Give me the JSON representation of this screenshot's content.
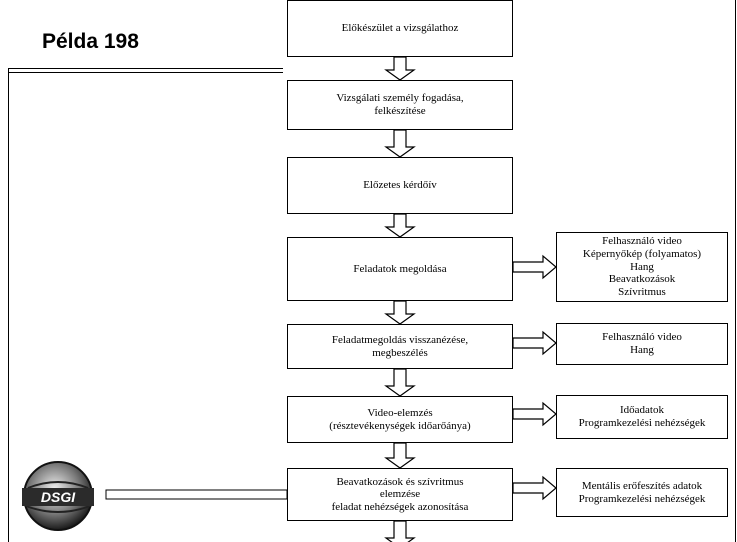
{
  "title": "Példa 198",
  "logo_text": "DSGI",
  "steps": [
    "Előkészület a vizsgálathoz",
    "Vizsgálati személy fogadása,\nfelkészítése",
    "Előzetes kérdőív",
    "Feladatok megoldása",
    "Feladatmegoldás visszanézése,\nmegbeszélés",
    "Video-elemzés\n(résztevékenységek időarőánya)",
    "Beavatkozások és szívritmus\nelemzése\nfeladat nehézségek azonosítása"
  ],
  "outputs": [
    "Felhasználó video\nKépernyőkép (folyamatos)\nHang\nBeavatkozások\nSzívritmus",
    "Felhasználó video\nHang",
    "Időadatok\nProgramkezelési nehézségek",
    "Mentális erőfeszítés adatok\nProgramkezelési nehézségek"
  ]
}
